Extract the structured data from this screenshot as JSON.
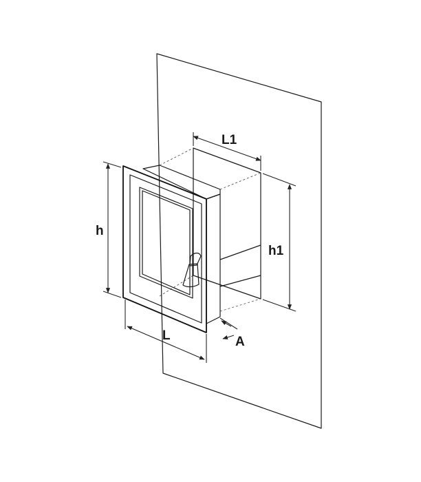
{
  "dimension_labels": {
    "L1": "L1",
    "h": "h",
    "h1": "h1",
    "L": "L",
    "A": "A"
  },
  "colors": {
    "line": "#1a1a1a",
    "wall_fill": "#ffffff",
    "sleeve_fill": "#f4f4f4",
    "handle_fill": "#cfcfcf"
  }
}
